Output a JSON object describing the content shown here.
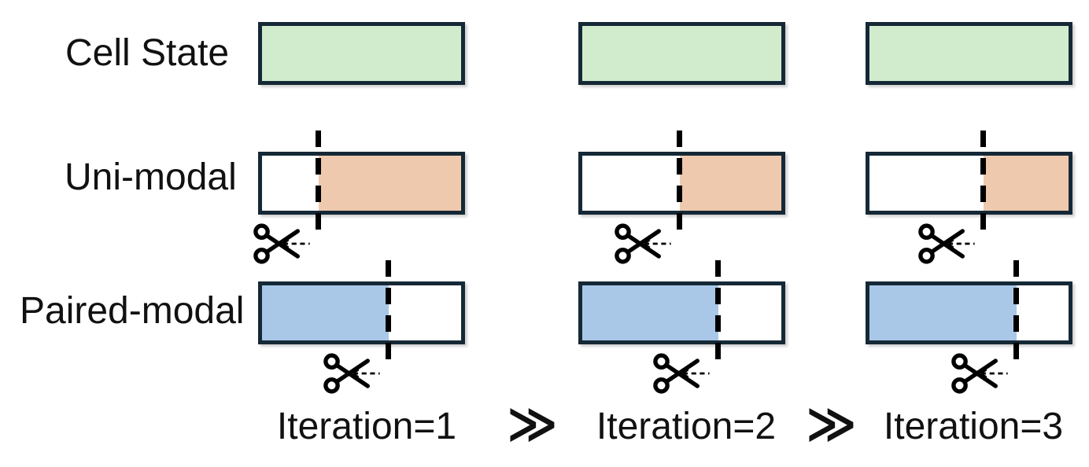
{
  "diagram": {
    "rows": [
      {
        "id": "cell-state",
        "label": "Cell State",
        "fill": "full",
        "fill_color": "#d1eccd"
      },
      {
        "id": "uni-modal",
        "label": "Uni-modal",
        "fill": "right-of-cut",
        "fill_color": "#eec9ad",
        "cut_percent": [
          28.5,
          48.9,
          57.5
        ]
      },
      {
        "id": "paired-modal",
        "label": "Paired-modal",
        "fill": "left-of-cut",
        "fill_color": "#a9c8e8",
        "cut_percent": [
          63.6,
          68.3,
          74.1
        ]
      }
    ],
    "iterations": [
      {
        "label": "Iteration=1"
      },
      {
        "label": "Iteration=2"
      },
      {
        "label": "Iteration=3"
      }
    ],
    "separator_glyph": "≫",
    "colors": {
      "border": "#152836",
      "text": "#111111",
      "cut_line": "#000000"
    }
  }
}
